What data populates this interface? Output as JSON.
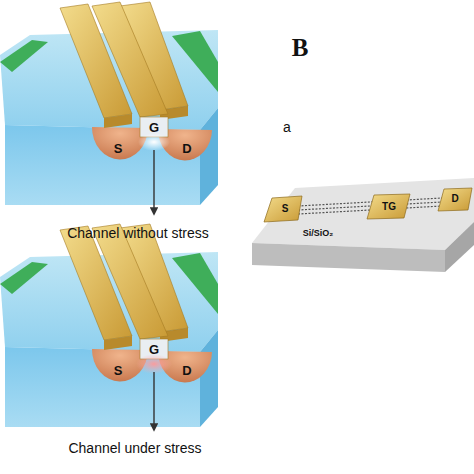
{
  "diagram": {
    "labels": [
      "B",
      "G",
      "S",
      "D",
      "Channel without stress",
      "a",
      "S",
      "TG",
      "D",
      "Si/SiO₂",
      "G",
      "S",
      "D",
      "Channel under stress"
    ]
  }
}
